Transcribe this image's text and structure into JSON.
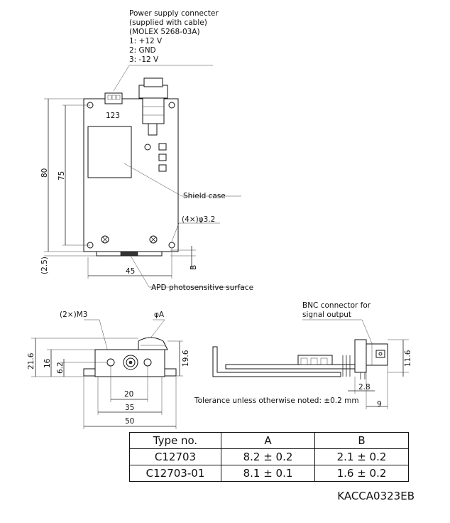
{
  "top_view": {
    "power_connector_lines": [
      "Power supply connecter",
      "(supplied with cable)",
      "(MOLEX 5268-03A)",
      "1: +12 V",
      "2: GND",
      "3: -12 V"
    ],
    "pin_numbers": "123",
    "shield_case": "Shield case",
    "mount_holes": "(4×)φ3.2",
    "dim_80": "80",
    "dim_75": "75",
    "dim_2_5": "(2.5)",
    "dim_45": "45",
    "dim_B": "B",
    "apd_surface": "APD photosensitive surface"
  },
  "front_view": {
    "m3_label": "(2×)M3",
    "phi_a_label": "φA",
    "dim_21_6": "21.6",
    "dim_16": "16",
    "dim_6_2": "6.2",
    "dim_19_6": "19.6",
    "dim_20": "20",
    "dim_35": "35",
    "dim_50": "50"
  },
  "side_view": {
    "bnc_lines": [
      "BNC connector for",
      "signal output"
    ],
    "dim_11_6": "11.6",
    "dim_2_8": "2.8",
    "dim_9": "9"
  },
  "tolerance_note": "Tolerance unless otherwise noted: ±0.2 mm",
  "spec_table": {
    "headers": [
      "Type no.",
      "A",
      "B"
    ],
    "rows": [
      [
        "C12703",
        "8.2 ± 0.2",
        "2.1 ± 0.2"
      ],
      [
        "C12703-01",
        "8.1 ± 0.1",
        "1.6 ± 0.2"
      ]
    ]
  },
  "drawing_code": "KACCA0323EB"
}
